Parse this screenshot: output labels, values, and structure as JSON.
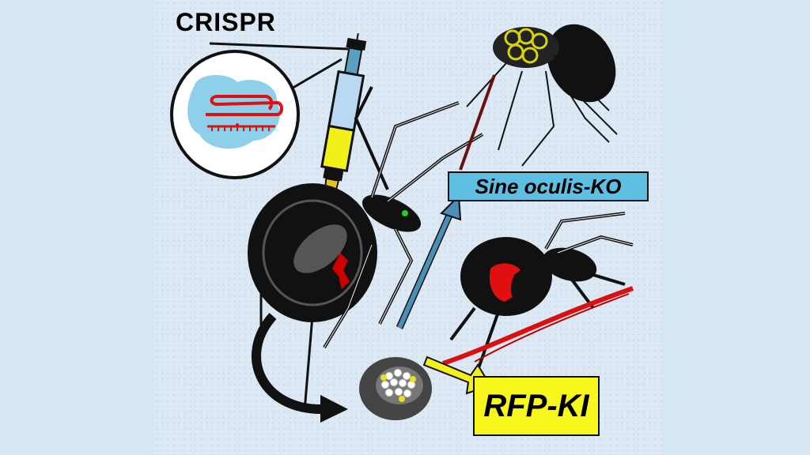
{
  "labels": {
    "crispr": "CRISPR",
    "knockout": "Sine oculis-KO",
    "knockin": "RFP-KI"
  },
  "colors": {
    "background": "#d5e6f5",
    "panel": "#dce9f5",
    "knockout_box": "#5fbfe3",
    "knockin_box": "#f7f71d",
    "rfp_red": "#e01010",
    "arrow_blue": "#4a8fb5"
  }
}
